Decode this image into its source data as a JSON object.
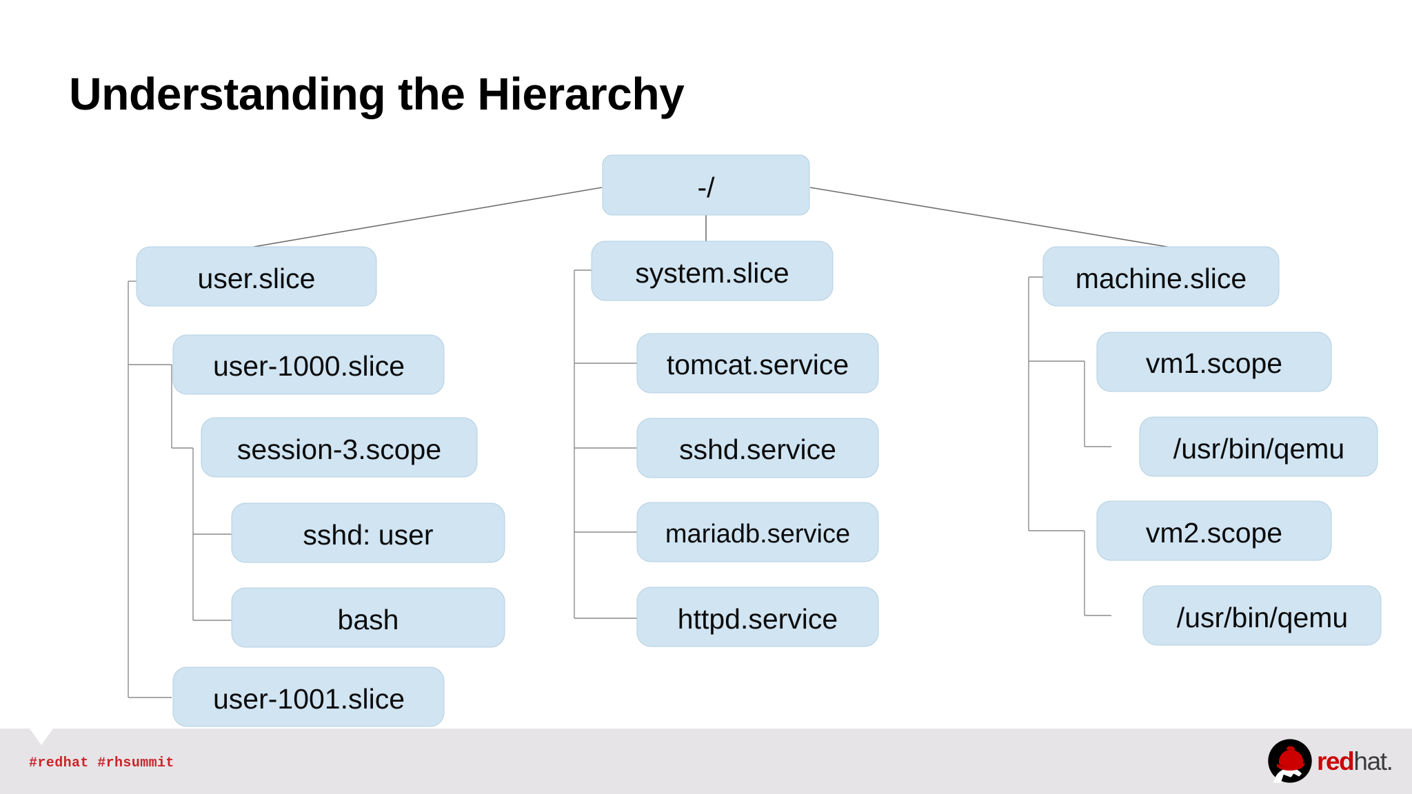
{
  "slide": {
    "title": "Understanding the Hierarchy",
    "background_color": "#ffffff"
  },
  "theme": {
    "node_fill": "#d0e4f2",
    "node_stroke": "#b4cfe0",
    "connector_color": "#8a8a8a",
    "text_color": "#0b0b0b",
    "footer_background": "#e6e4e7",
    "hashtag_color": "#cc2229",
    "brand_red": "#cc0000"
  },
  "diagram": {
    "type": "tree",
    "root": {
      "id": "root",
      "label": "-/"
    },
    "branches": [
      {
        "id": "user-branch",
        "label": "user.slice",
        "children": [
          {
            "id": "user-1000-slice",
            "label": "user-1000.slice",
            "children": [
              {
                "id": "session-3-scope",
                "label": "session-3.scope",
                "children": [
                  {
                    "id": "sshd-user",
                    "label": "sshd: user"
                  },
                  {
                    "id": "bash",
                    "label": "bash"
                  }
                ]
              }
            ]
          },
          {
            "id": "user-1001-slice",
            "label": "user-1001.slice"
          }
        ]
      },
      {
        "id": "system-branch",
        "label": "system.slice",
        "children": [
          {
            "id": "tomcat-service",
            "label": "tomcat.service"
          },
          {
            "id": "sshd-service",
            "label": "sshd.service"
          },
          {
            "id": "mariadb-service",
            "label": "mariadb.service"
          },
          {
            "id": "httpd-service",
            "label": "httpd.service"
          }
        ]
      },
      {
        "id": "machine-branch",
        "label": "machine.slice",
        "children": [
          {
            "id": "vm1-scope",
            "label": "vm1.scope",
            "children": [
              {
                "id": "vm1-qemu",
                "label": "/usr/bin/qemu"
              }
            ]
          },
          {
            "id": "vm2-scope",
            "label": "vm2.scope",
            "children": [
              {
                "id": "vm2-qemu",
                "label": "/usr/bin/qemu"
              }
            ]
          }
        ]
      }
    ]
  },
  "footer": {
    "hashtags": "#redhat  #rhsummit",
    "logo": {
      "word_red": "red",
      "word_dark": "hat.",
      "alt": "Red Hat"
    }
  }
}
